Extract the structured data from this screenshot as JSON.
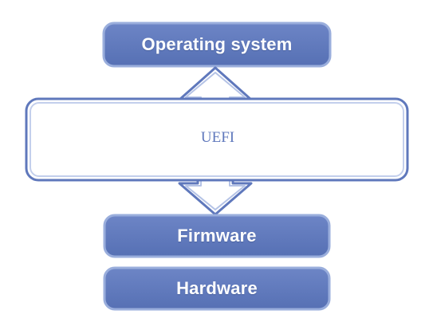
{
  "diagram": {
    "os": {
      "label": "Operating system"
    },
    "uefi": {
      "label": "UEFI"
    },
    "firmware": {
      "label": "Firmware"
    },
    "hardware": {
      "label": "Hardware"
    }
  },
  "colors": {
    "box_fill": "#5f78bc",
    "box_stroke": "#8fa3d6",
    "outline_stroke": "#5f78bc",
    "uefi_text": "#5f78bc"
  }
}
